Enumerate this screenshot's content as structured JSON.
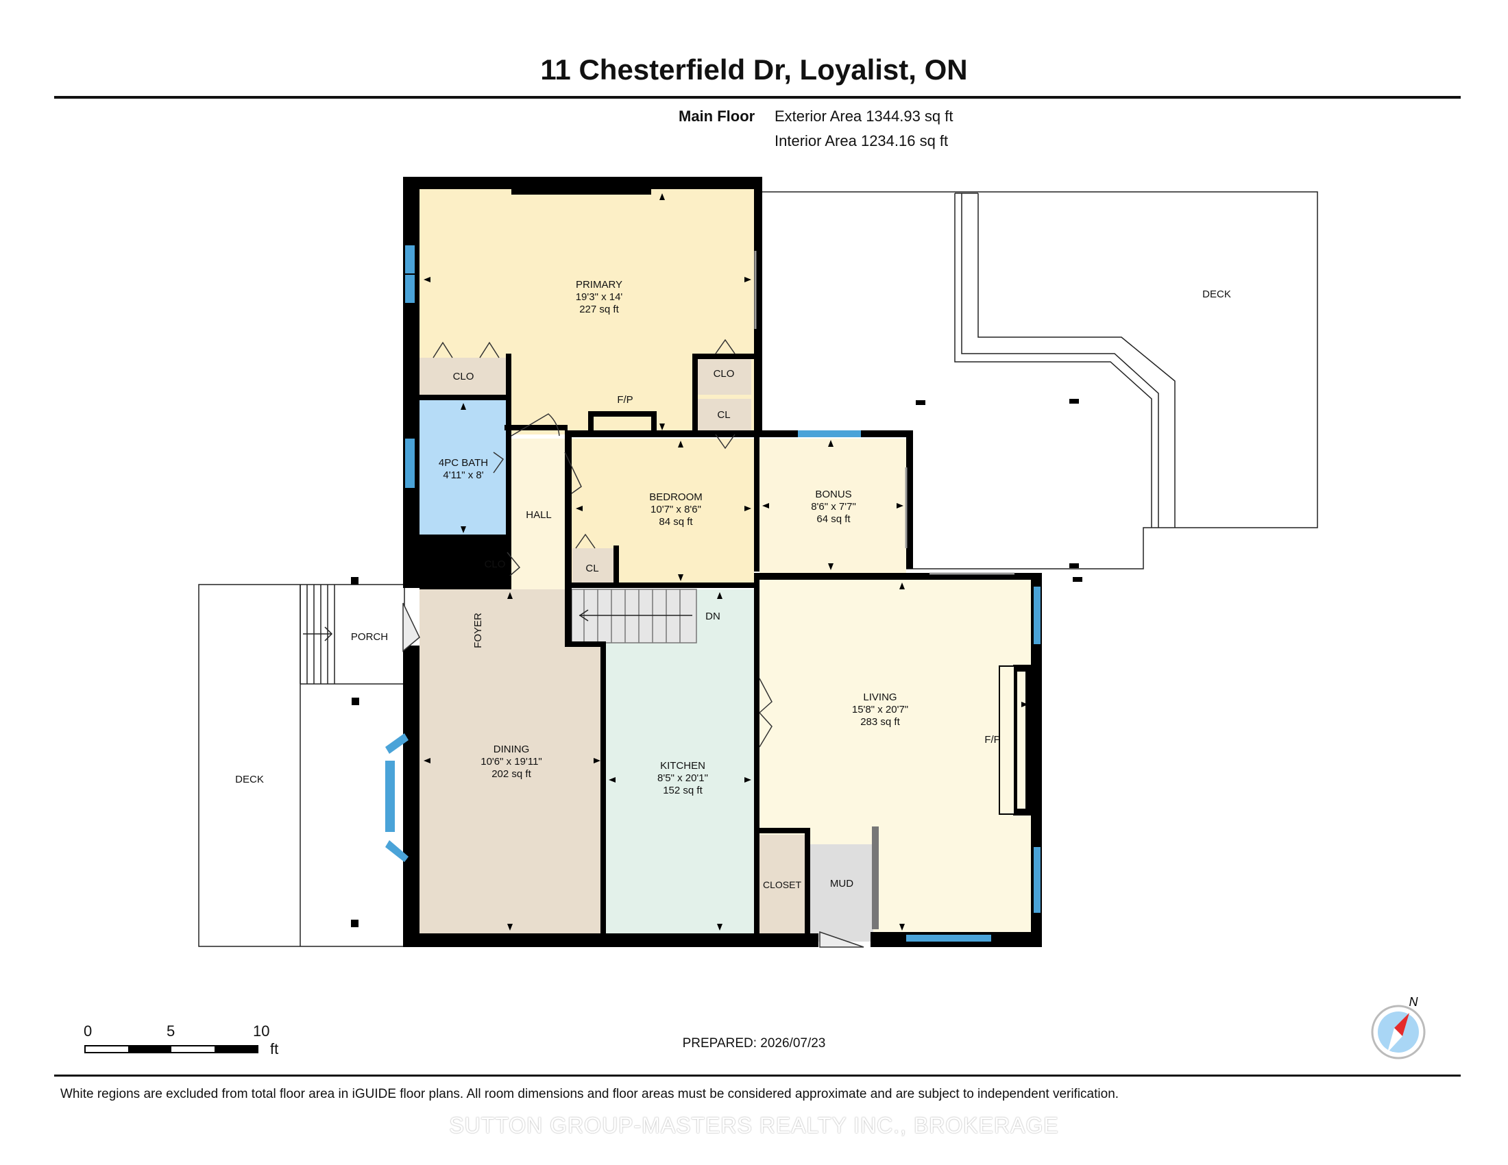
{
  "title": "11 Chesterfield Dr, Loyalist, ON",
  "floor": {
    "name": "Main Floor",
    "exterior_area": "Exterior Area 1344.93 sq ft",
    "interior_area": "Interior Area 1234.16 sq ft"
  },
  "rooms": {
    "primary": {
      "name": "PRIMARY",
      "dims": "19'3\" x 14'",
      "area": "227 sq ft"
    },
    "bath": {
      "name": "4PC BATH",
      "dims": "4'11\" x 8'"
    },
    "bedroom": {
      "name": "BEDROOM",
      "dims": "10'7\" x 8'6\"",
      "area": "84 sq ft"
    },
    "bonus": {
      "name": "BONUS",
      "dims": "8'6\" x 7'7\"",
      "area": "64 sq ft"
    },
    "dining": {
      "name": "DINING",
      "dims": "10'6\" x 19'11\"",
      "area": "202 sq ft"
    },
    "kitchen": {
      "name": "KITCHEN",
      "dims": "8'5\" x 20'1\"",
      "area": "152 sq ft"
    },
    "living": {
      "name": "LIVING",
      "dims": "15'8\" x 20'7\"",
      "area": "283 sq ft"
    }
  },
  "labels": {
    "clo": "CLO",
    "cl": "CL",
    "fp": "F/P",
    "hall": "HALL",
    "foyer": "FOYER",
    "porch": "PORCH",
    "deck": "DECK",
    "dn": "DN",
    "closet": "CLOSET",
    "mud": "MUD"
  },
  "scale": {
    "ticks": [
      "0",
      "5",
      "10"
    ],
    "unit": "ft"
  },
  "compass": "N",
  "prepared": "PREPARED: 2026/07/23",
  "disclaimer": "White regions are excluded from total floor area in iGUIDE floor plans. All room dimensions and floor areas must be considered approximate and are subject to independent verification.",
  "brokerage": "SUTTON GROUP-MASTERS REALTY INC., BROKERAGE",
  "colors": {
    "primary": "#fcefc6",
    "bath": "#b6dcf7",
    "bedroom": "#fcefc6",
    "bonus": "#fdf5db",
    "dining": "#e8ddcd",
    "kitchen": "#e3f1ea",
    "living": "#fdf8e1",
    "closet": "#e8ddcd",
    "wall": "#000000",
    "window": "#4aa3d8"
  }
}
